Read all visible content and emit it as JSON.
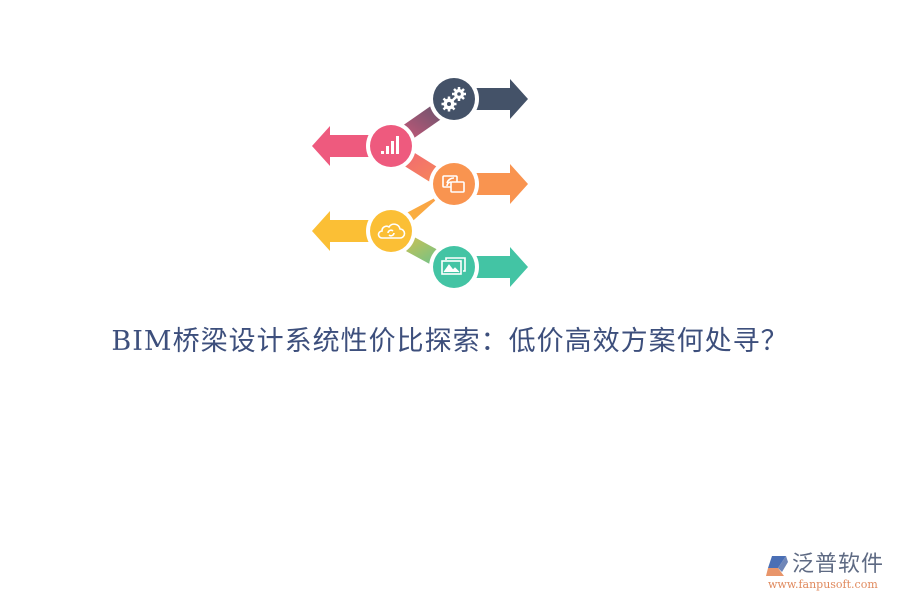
{
  "infographic": {
    "steps": [
      {
        "id": "gears",
        "icon": "gears-icon",
        "direction": "right",
        "color": "#445268"
      },
      {
        "id": "chart",
        "icon": "bar-chart-icon",
        "direction": "left",
        "color": "#ee5a7e"
      },
      {
        "id": "cast",
        "icon": "screen-cast-icon",
        "direction": "right",
        "color": "#f99450"
      },
      {
        "id": "cloud",
        "icon": "cloud-sync-icon",
        "direction": "left",
        "color": "#fbbf35"
      },
      {
        "id": "gallery",
        "icon": "image-gallery-icon",
        "direction": "right",
        "color": "#43c4a4"
      }
    ]
  },
  "title": {
    "text": "BIM桥梁设计系统性价比探索：低价高效方案何处寻？",
    "color": "#3d4f7c"
  },
  "logo": {
    "name": "泛普软件",
    "url": "www.fanpusoft.com",
    "colors": {
      "name": "#5e6a83",
      "url": "#e08a5e",
      "mark_blue": "#4a6fb5",
      "mark_orange": "#e8956a"
    }
  }
}
